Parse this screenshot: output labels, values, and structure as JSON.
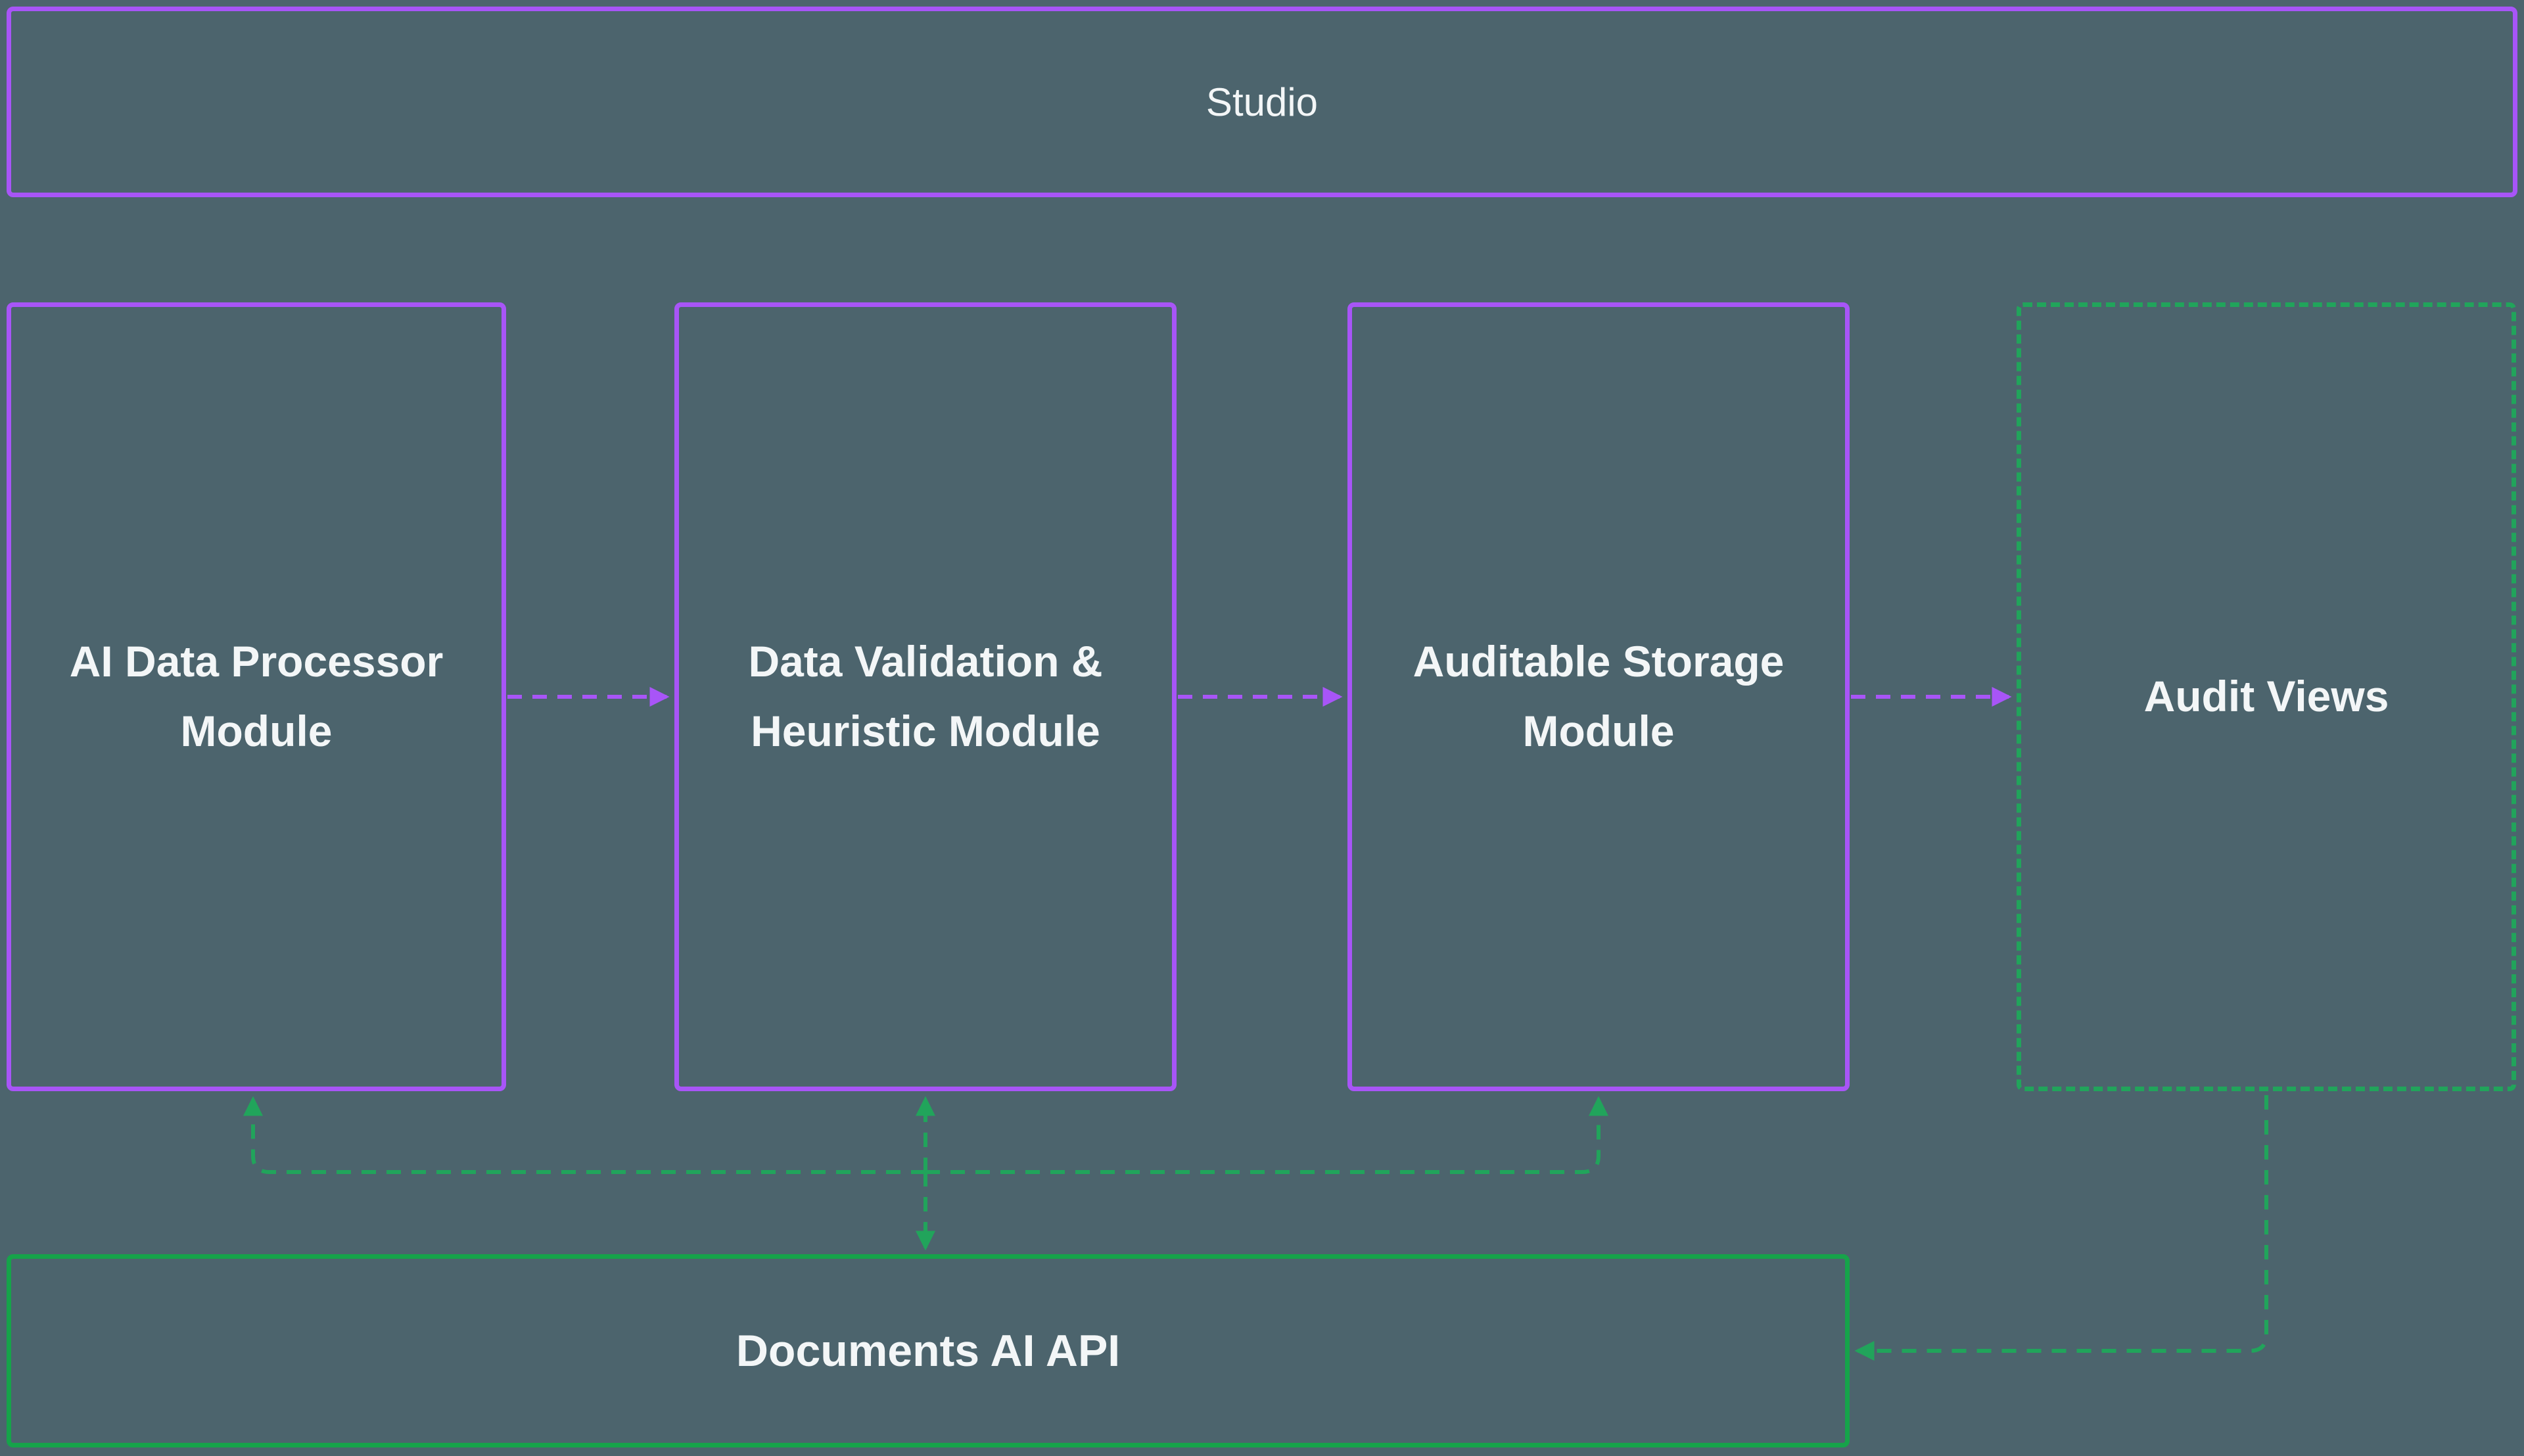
{
  "colors": {
    "background": "#4c646d",
    "purple": "#a855f7",
    "green_solid": "#16a34a",
    "green_dashed": "#21a45b",
    "text": "#f3f6f7"
  },
  "studio": {
    "label": "Studio"
  },
  "modules": [
    {
      "label": "AI Data Processor Module"
    },
    {
      "label": "Data Validation & Heuristic Module"
    },
    {
      "label": "Auditable Storage Module"
    },
    {
      "label": "Audit Views"
    }
  ],
  "api": {
    "label": "Documents AI API"
  }
}
